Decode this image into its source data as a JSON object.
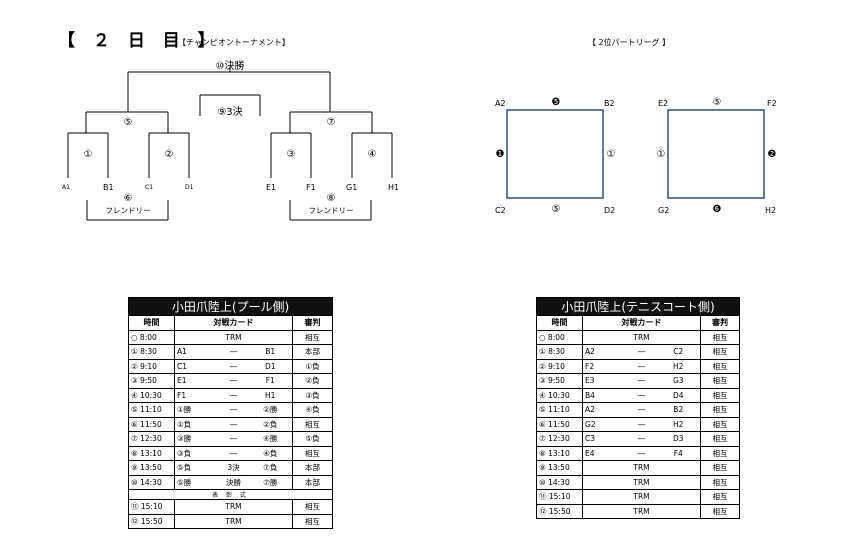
{
  "header": {
    "day_title": "【 ２ 日 目 】",
    "championship_label": "【チャンピオントーナメント】",
    "league_label": "【 2位パートリーグ 】"
  },
  "bracket": {
    "final": "⑩決勝",
    "third_place": "⑨3決",
    "semi_left": "⑤",
    "semi_right": "⑦",
    "q1": "①",
    "q2": "②",
    "q3": "③",
    "q4": "④",
    "teams": [
      "A1",
      "B1",
      "C1",
      "D1",
      "E1",
      "F1",
      "G1",
      "H1"
    ],
    "friendly_left_num": "⑥",
    "friendly_left_label": "フレンドリー",
    "friendly_right_num": "⑧",
    "friendly_right_label": "フレンドリー"
  },
  "league": {
    "left": {
      "tl": "A2",
      "tr": "B2",
      "bl": "C2",
      "br": "D2",
      "top": "❺",
      "bottom": "⑤",
      "left": "❶",
      "right": "①"
    },
    "right": {
      "tl": "E2",
      "tr": "F2",
      "bl": "G2",
      "br": "H2",
      "top": "⑤",
      "bottom": "❻",
      "left": "①",
      "right": "❷"
    }
  },
  "pool_table": {
    "title": "小田爪陸上(プール側)",
    "col_time": "時間",
    "col_match": "対戦カード",
    "col_ref": "審判",
    "rows": [
      {
        "time": "○  8:00",
        "a": "",
        "sep": "TRM",
        "b": "",
        "ref": "相互",
        "merged": true
      },
      {
        "time": "①  8:30",
        "a": "A1",
        "sep": "―",
        "b": "B1",
        "ref": "本部"
      },
      {
        "time": "②  9:10",
        "a": "C1",
        "sep": "―",
        "b": "D1",
        "ref": "①負"
      },
      {
        "time": "③  9:50",
        "a": "E1",
        "sep": "―",
        "b": "F1",
        "ref": "②負"
      },
      {
        "time": "④ 10:30",
        "a": "F1",
        "sep": "―",
        "b": "H1",
        "ref": "③負"
      },
      {
        "time": "⑤ 11:10",
        "a": "①勝",
        "sep": "―",
        "b": "②勝",
        "ref": "④負"
      },
      {
        "time": "⑥ 11:50",
        "a": "①負",
        "sep": "―",
        "b": "②負",
        "ref": "相互"
      },
      {
        "time": "⑦ 12:30",
        "a": "③勝",
        "sep": "―",
        "b": "④勝",
        "ref": "⑤負"
      },
      {
        "time": "⑧ 13:10",
        "a": "③負",
        "sep": "―",
        "b": "④負",
        "ref": "相互"
      },
      {
        "time": "⑨ 13:50",
        "a": "⑤負",
        "sep": "3決",
        "b": "⑦負",
        "ref": "本部"
      },
      {
        "time": "⑩ 14:30",
        "a": "⑤勝",
        "sep": "決勝",
        "b": "⑦勝",
        "ref": "本部"
      }
    ],
    "ceremony": "表 彰 式",
    "rows_after": [
      {
        "time": "⑪ 15:10",
        "sep": "TRM",
        "ref": "相互"
      },
      {
        "time": "⑫ 15:50",
        "sep": "TRM",
        "ref": "相互"
      }
    ]
  },
  "tennis_table": {
    "title": "小田爪陸上(テニスコート側)",
    "col_time": "時間",
    "col_match": "対戦カード",
    "col_ref": "審判",
    "rows": [
      {
        "time": "○  8:00",
        "a": "",
        "sep": "TRM",
        "b": "",
        "ref": "相互",
        "merged": true
      },
      {
        "time": "①  8:30",
        "a": "A2",
        "sep": "―",
        "b": "C2",
        "ref": "相互"
      },
      {
        "time": "②  9:10",
        "a": "F2",
        "sep": "―",
        "b": "H2",
        "ref": "相互"
      },
      {
        "time": "③  9:50",
        "a": "E3",
        "sep": "―",
        "b": "G3",
        "ref": "相互"
      },
      {
        "time": "④ 10:30",
        "a": "B4",
        "sep": "―",
        "b": "D4",
        "ref": "相互"
      },
      {
        "time": "⑤ 11:10",
        "a": "A2",
        "sep": "―",
        "b": "B2",
        "ref": "相互"
      },
      {
        "time": "⑥ 11:50",
        "a": "G2",
        "sep": "―",
        "b": "H2",
        "ref": "相互"
      },
      {
        "time": "⑦ 12:30",
        "a": "C3",
        "sep": "―",
        "b": "D3",
        "ref": "相互"
      },
      {
        "time": "⑧ 13:10",
        "a": "E4",
        "sep": "―",
        "b": "F4",
        "ref": "相互"
      },
      {
        "time": "⑨ 13:50",
        "a": "",
        "sep": "TRM",
        "b": "",
        "ref": "相互",
        "merged": true
      },
      {
        "time": "⑩ 14:30",
        "a": "",
        "sep": "TRM",
        "b": "",
        "ref": "相互",
        "merged": true
      },
      {
        "time": "⑪ 15:10",
        "a": "",
        "sep": "TRM",
        "b": "",
        "ref": "相互",
        "merged": true
      },
      {
        "time": "⑫ 15:50",
        "a": "",
        "sep": "TRM",
        "b": "",
        "ref": "相互",
        "merged": true
      }
    ]
  },
  "colors": {
    "league_box": "#2f4f7f",
    "table_header_bg": "#111111"
  }
}
